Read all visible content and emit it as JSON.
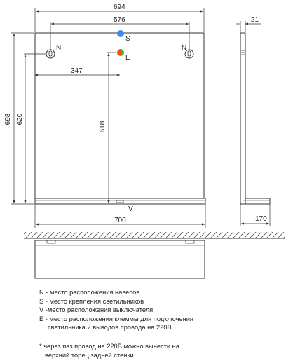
{
  "dimensions": {
    "overall_width": "694",
    "hanger_spacing": "576",
    "switch_offset": "347",
    "overall_height": "698",
    "panel_height": "620",
    "terminal_height": "618",
    "shelf_width": "700",
    "depth_top": "21",
    "depth_shelf": "170"
  },
  "markers": {
    "hanger": "N",
    "lamp_mount": "S",
    "terminal": "E",
    "switch": "V"
  },
  "colors": {
    "lamp_mount": "#3a8ee6",
    "terminal_left": "#e8541e",
    "terminal_right": "#3fb23a",
    "line": "#333333",
    "hatch": "#555555"
  },
  "legend": {
    "n": "N - место расположения навесов",
    "s": "S - место крепления светильников",
    "v": "V -место расположения выключателя",
    "e1": "E - место расположения клеммы для подключения",
    "e2": "светильника и выводов провода на 220В"
  },
  "note": {
    "line1": "* через паз провод на 220В можно вынести на",
    "line2": "верхний торец задней стенки"
  }
}
